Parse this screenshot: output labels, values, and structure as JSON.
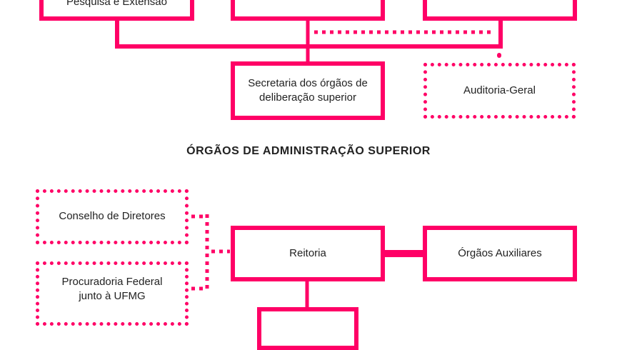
{
  "diagram": {
    "top_boxes": [
      "Pesquisa e Extensão",
      "",
      ""
    ],
    "secretaria": "Secretaria dos órgãos de deliberação superior",
    "auditoria": "Auditoria-Geral",
    "section_heading": "ÓRGÃOS DE ADMINISTRAÇÃO SUPERIOR",
    "conselho": "Conselho de Diretores",
    "procuradoria": "Procuradoria Federal junto à UFMG",
    "reitoria": "Reitoria",
    "orgaos_auxiliares": "Órgãos Auxiliares",
    "bottom_box": ""
  },
  "colors": {
    "accent": "#ff0066"
  }
}
